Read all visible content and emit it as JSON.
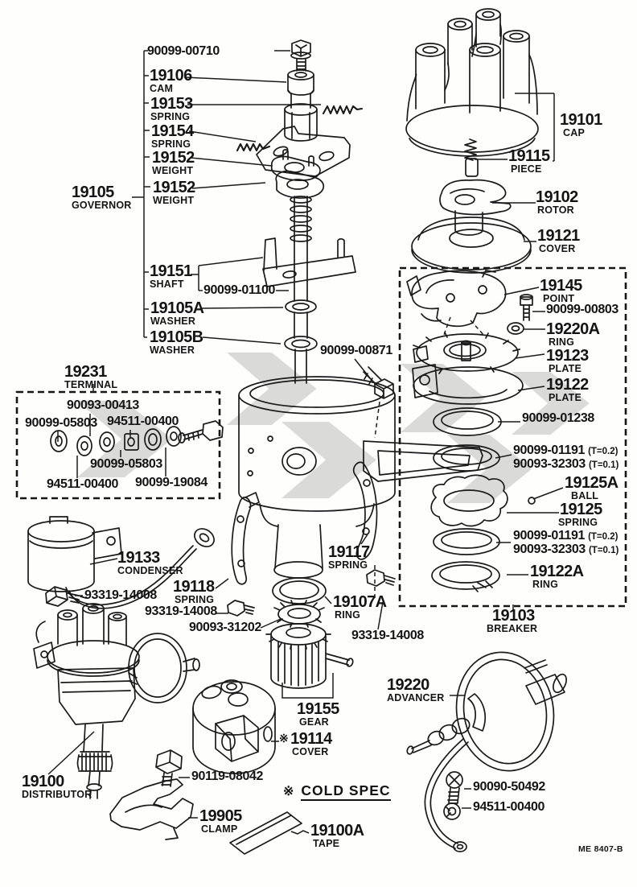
{
  "doc": {
    "code": "ME 8407-B",
    "cold_spec_mark": "※",
    "cold_spec_text": "COLD SPEC"
  },
  "labels": {
    "bolt_cam": {
      "num": "90099-00710"
    },
    "cam": {
      "num": "19106",
      "name": "CAM"
    },
    "spring_19153": {
      "num": "19153",
      "name": "SPRING"
    },
    "spring_19154": {
      "num": "19154",
      "name": "SPRING"
    },
    "weight_a": {
      "num": "19152",
      "name": "WEIGHT"
    },
    "weight_b": {
      "num": "19152",
      "name": "WEIGHT"
    },
    "governor": {
      "num": "19105",
      "name": "GOVERNOR"
    },
    "shaft": {
      "num": "19151",
      "name": "SHAFT"
    },
    "bolt_shaft": {
      "num": "90099-01100"
    },
    "washer_a": {
      "num": "19105A",
      "name": "WASHER"
    },
    "washer_b": {
      "num": "19105B",
      "name": "WASHER"
    },
    "screw_housing": {
      "num": "90099-00871"
    },
    "terminal": {
      "num": "19231",
      "name": "TERMINAL"
    },
    "terminal_washer_1": {
      "num": "90093-00413"
    },
    "terminal_washer_2": {
      "num": "90099-05803"
    },
    "terminal_nut_1": {
      "num": "94511-00400"
    },
    "terminal_washer_3": {
      "num": "90099-05803"
    },
    "terminal_nut_2": {
      "num": "94511-00400"
    },
    "terminal_screw": {
      "num": "90099-19084"
    },
    "condenser": {
      "num": "19133",
      "name": "CONDENSER"
    },
    "screw_condenser": {
      "num": "93319-14008"
    },
    "spring_19118": {
      "num": "19118",
      "name": "SPRING"
    },
    "screw_breaker_left": {
      "num": "93319-14008"
    },
    "washer_gear": {
      "num": "90093-31202"
    },
    "spring_19117": {
      "num": "19117",
      "name": "SPRING"
    },
    "ring_19107a": {
      "num": "19107A",
      "name": "RING"
    },
    "screw_breaker_right": {
      "num": "93319-14008"
    },
    "gear": {
      "num": "19155",
      "name": "GEAR"
    },
    "cover_19114": {
      "mark": "※",
      "num": "19114",
      "name": "COVER"
    },
    "advancer": {
      "num": "19220",
      "name": "ADVANCER"
    },
    "distributor": {
      "num": "19100",
      "name": "DISTRIBUTOR"
    },
    "bolt_clamp": {
      "num": "90119-08042"
    },
    "clamp": {
      "num": "19905",
      "name": "CLAMP"
    },
    "tape": {
      "num": "19100A",
      "name": "TAPE"
    },
    "screw_advancer": {
      "num": "90090-50492"
    },
    "washer_advancer": {
      "num": "94511-00400"
    },
    "cap": {
      "num": "19101",
      "name": "CAP"
    },
    "piece": {
      "num": "19115",
      "name": "PIECE"
    },
    "rotor": {
      "num": "19102",
      "name": "ROTOR"
    },
    "cover_19121": {
      "num": "19121",
      "name": "COVER"
    },
    "point": {
      "num": "19145",
      "name": "POINT"
    },
    "screw_point": {
      "num": "90099-00803"
    },
    "ring_19220a": {
      "num": "19220A",
      "name": "RING"
    },
    "plate_19123": {
      "num": "19123",
      "name": "PLATE"
    },
    "plate_19122": {
      "num": "19122",
      "name": "PLATE"
    },
    "ring_01238": {
      "num": "90099-01238"
    },
    "shim_upper": {
      "rows": [
        {
          "num": "90099-01191",
          "spec": "(T=0.2)"
        },
        {
          "num": "90093-32303",
          "spec": "(T=0.1)"
        }
      ]
    },
    "ball": {
      "num": "19125A",
      "name": "BALL"
    },
    "spring_19125": {
      "num": "19125",
      "name": "SPRING"
    },
    "shim_lower": {
      "rows": [
        {
          "num": "90099-01191",
          "spec": "(T=0.2)"
        },
        {
          "num": "90093-32303",
          "spec": "(T=0.1)"
        }
      ]
    },
    "ring_19122a": {
      "num": "19122A",
      "name": "RING"
    },
    "breaker": {
      "num": "19103",
      "name": "BREAKER"
    }
  }
}
